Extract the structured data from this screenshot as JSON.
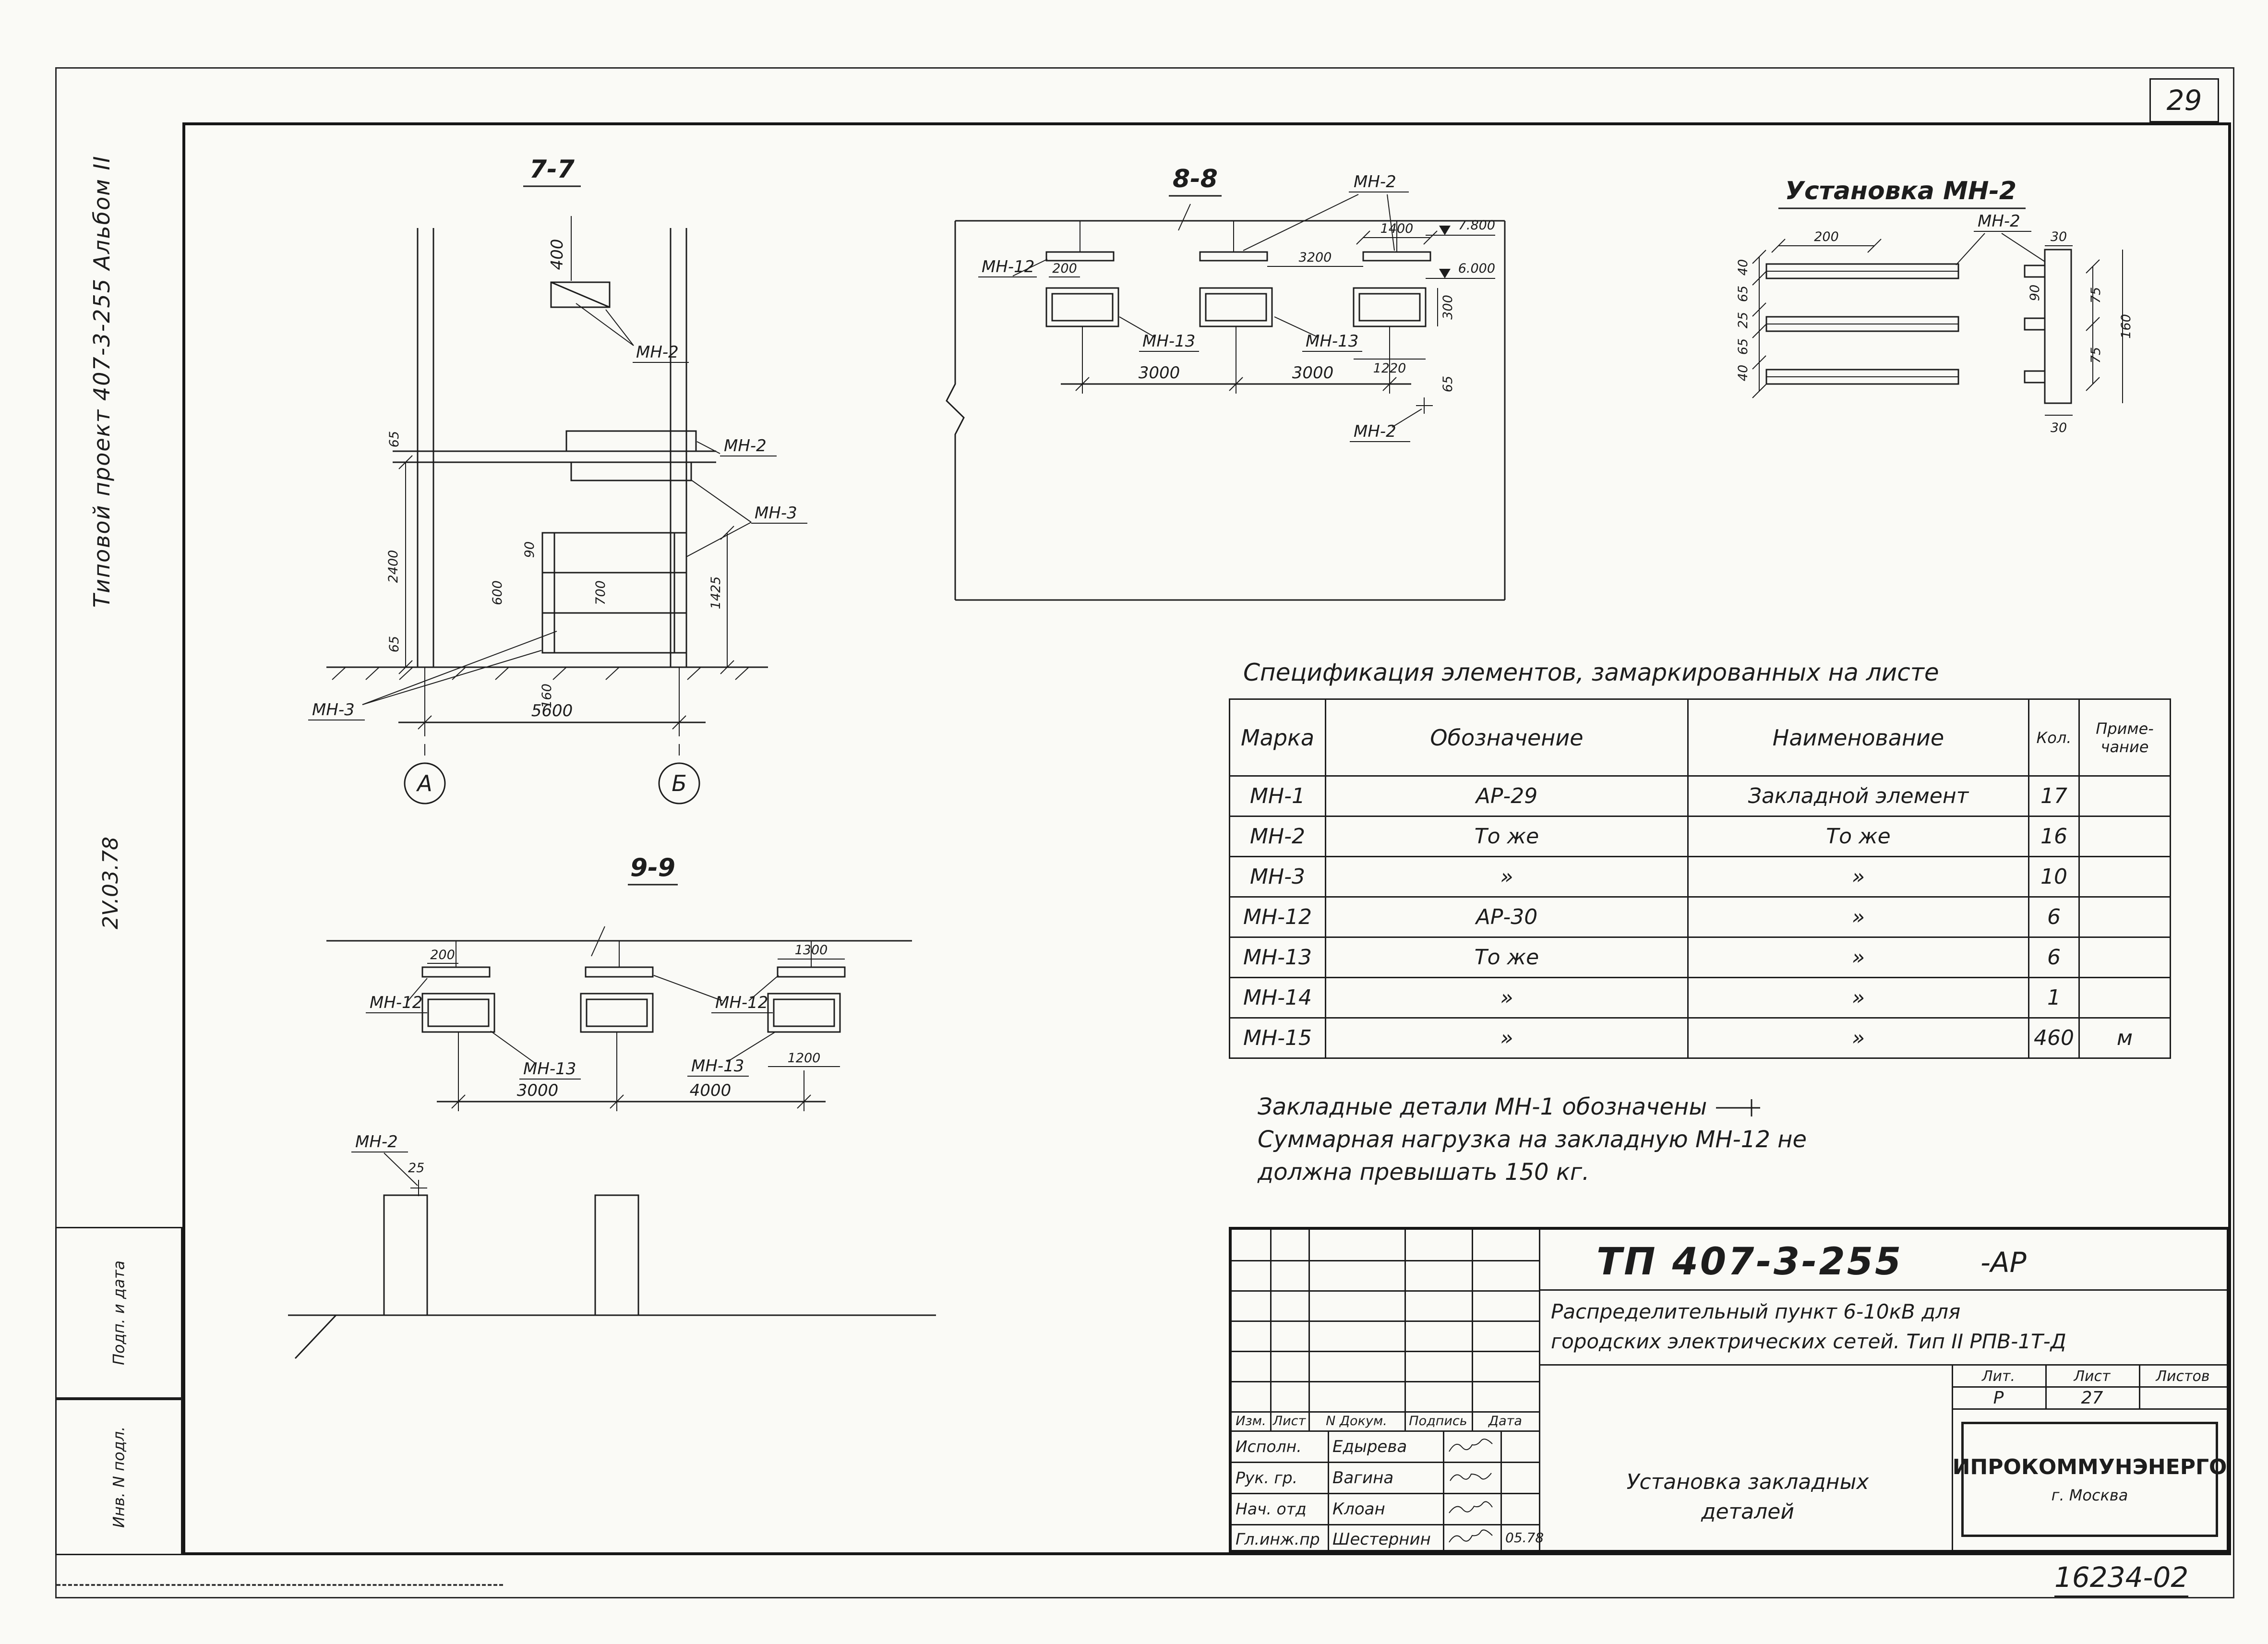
{
  "page": {
    "sheet_number": "29",
    "doc_number": "16234-02"
  },
  "margin": {
    "album_title": "Типовой проект 407-3-255 Альбом II",
    "date_note": "2V.03.78",
    "stamp_sign_date": "Подп. и дата",
    "stamp_inventory": "Инв. N подл."
  },
  "d77": {
    "title": "7-7",
    "mn2_top": "МН-2",
    "mn2_mid": "МН-2",
    "mn3_mid": "МН-3",
    "mn3_bottom": "МН-3",
    "dim_400": "400",
    "dim_65_top": "65",
    "dim_2400": "2400",
    "dim_90": "90",
    "dim_700": "700",
    "dim_600": "600",
    "dim_65_bottom": "65",
    "dim_160": "160",
    "dim_1425": "1425",
    "dim_5600": "5600",
    "axis_a": "А",
    "axis_b": "Б"
  },
  "d88": {
    "title": "8-8",
    "mn2_top": "МН-2",
    "mn12": "МН-12",
    "mn13_a": "МН-13",
    "mn13_b": "МН-13",
    "mn2_bottom": "МН-2",
    "dim_1400": "1400",
    "dim_200": "200",
    "dim_3200": "3200",
    "level_7800": "7.800",
    "level_6000": "6.000",
    "dim_1220": "1220",
    "dim_300": "300",
    "dim_3000_a": "3000",
    "dim_3000_b": "3000",
    "dim_65": "65"
  },
  "dinst": {
    "title": "Установка МН-2",
    "mn2": "МН-2",
    "dim_200": "200",
    "dim_30_top": "30",
    "dim_30_bottom": "30",
    "dim_90": "90",
    "dim_75_a": "75",
    "dim_75_b": "75",
    "dim_160": "160",
    "left_dims": [
      "40",
      "65",
      "25",
      "65",
      "40"
    ]
  },
  "d99": {
    "title": "9-9",
    "dim_1300": "1300",
    "dim_200": "200",
    "mn12_a": "МН-12",
    "mn12_b": "МН-12",
    "mn13_a": "МН-13",
    "mn13_b": "МН-13",
    "dim_1200": "1200",
    "dim_3000": "3000",
    "dim_4000": "4000",
    "mn2": "МН-2",
    "dim_25": "25"
  },
  "spec": {
    "title": "Спецификация  элементов,  замаркированных  на листе",
    "headers": {
      "marka": "Марка",
      "obozn": "Обозначение",
      "naim": "Наименование",
      "kol": "Кол.",
      "prim_1": "Приме-",
      "prim_2": "чание"
    },
    "rows": [
      {
        "marka": "МН-1",
        "obozn": "АР-29",
        "naim": "Закладной  элемент",
        "kol": "17",
        "prim": ""
      },
      {
        "marka": "МН-2",
        "obozn": "То же",
        "naim": "То же",
        "kol": "16",
        "prim": ""
      },
      {
        "marka": "МН-3",
        "obozn": "»",
        "naim": "»",
        "kol": "10",
        "prim": ""
      },
      {
        "marka": "МН-12",
        "obozn": "АР-30",
        "naim": "»",
        "kol": "6",
        "prim": ""
      },
      {
        "marka": "МН-13",
        "obozn": "То же",
        "naim": "»",
        "kol": "6",
        "prim": ""
      },
      {
        "marka": "МН-14",
        "obozn": "»",
        "naim": "»",
        "kol": "1",
        "prim": ""
      },
      {
        "marka": "МН-15",
        "obozn": "»",
        "naim": "»",
        "kol": "460",
        "prim": "м"
      }
    ]
  },
  "note": {
    "line1": "Закладные  детали  МН-1  обозначены",
    "line2": "Суммарная  нагрузка  на закладную МН-12 не",
    "line3": "должна  превышать  150 кг."
  },
  "titleblock": {
    "doc_code": "ТП 407-3-255",
    "doc_suffix": "-АР",
    "desc_line1": "Распределительный  пункт  6-10кВ  для",
    "desc_line2": "городских  электрических  сетей. Тип II РПВ-1Т-Д",
    "rev_headers": {
      "izm": "Изм.",
      "list": "Лист",
      "dokum": "N Докум.",
      "podpis": "Подпись",
      "data": "Дата"
    },
    "lit": {
      "h_lit": "Лит.",
      "h_list": "Лист",
      "h_listov": "Листов",
      "v_lit": "Р",
      "v_list": "27",
      "v_listov": ""
    },
    "roles": [
      {
        "role": "Исполн.",
        "name": "Едырева",
        "date": ""
      },
      {
        "role": "Рук. гр.",
        "name": "Вагина",
        "date": ""
      },
      {
        "role": "Нач. отд",
        "name": "Клоан",
        "date": ""
      },
      {
        "role": "Гл.инж.пр",
        "name": "Шестернин",
        "date": "05.78"
      }
    ],
    "sheet_title_1": "Установка  закладных",
    "sheet_title_2": "деталей",
    "org_name": "ИПРОКОММУНЭНЕРГО",
    "org_city": "г. Москва"
  }
}
